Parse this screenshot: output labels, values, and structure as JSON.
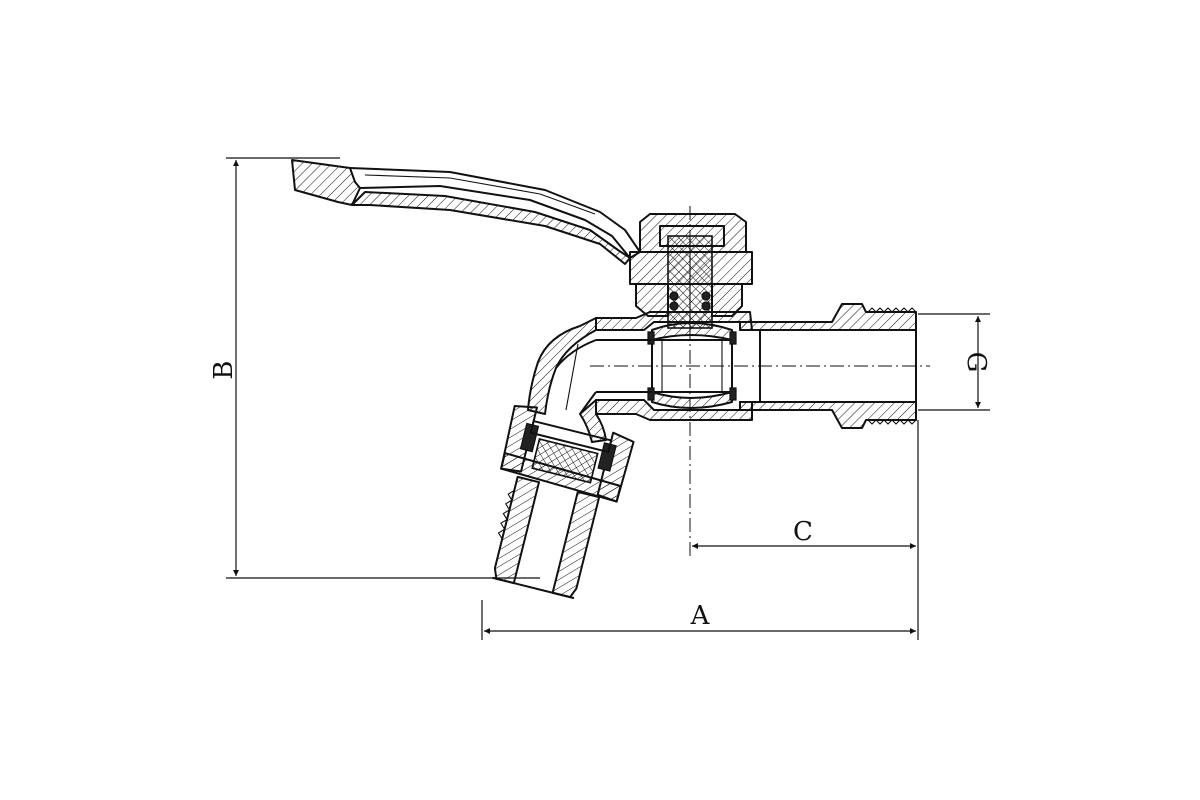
{
  "drawing": {
    "labels": {
      "A": "A",
      "B": "B",
      "C": "C",
      "G": "G"
    }
  }
}
